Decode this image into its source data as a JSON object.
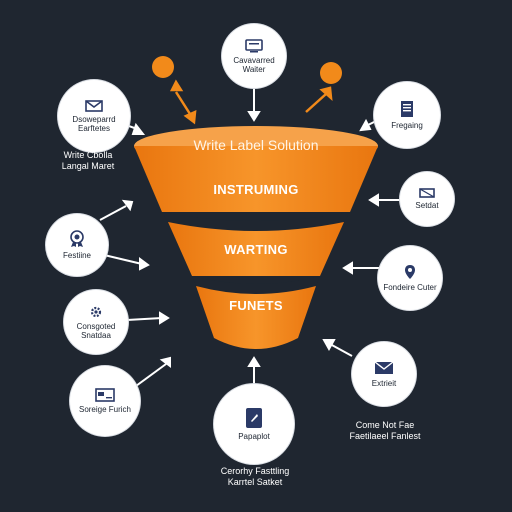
{
  "funnel": {
    "title": "Write Label Solution",
    "stages": [
      "INSTRUMING",
      "WARTING",
      "FUNETS"
    ]
  },
  "nodes": {
    "top_center": "Cavavarred Waiter",
    "top_left": "Dsoweparrd Earftetes",
    "top_right": "Fregaing",
    "right_upper": "Setdat",
    "right_middle": "Fondeire Cuter",
    "right_lower": "Extrieit",
    "bottom_center": "Papaplot",
    "left_upper": "Festiine",
    "left_middle": "Consgoted Snatdaa",
    "left_lower": "Soreige Furich"
  },
  "captions": {
    "left_market": "Write Cbolla\nLangal Maret",
    "right_bottom": "Come Not Fae\nFaetilaeel Fanlest",
    "bottom_center": "Cerorhy Fasttling\nKarrtel Satket"
  },
  "colors": {
    "background": "#1f2630",
    "funnel_orange": "#f28a1a",
    "funnel_dark": "#c9650a",
    "node_fill": "#ffffff",
    "icon_navy": "#2b3a67",
    "arrow": "#ffffff"
  }
}
